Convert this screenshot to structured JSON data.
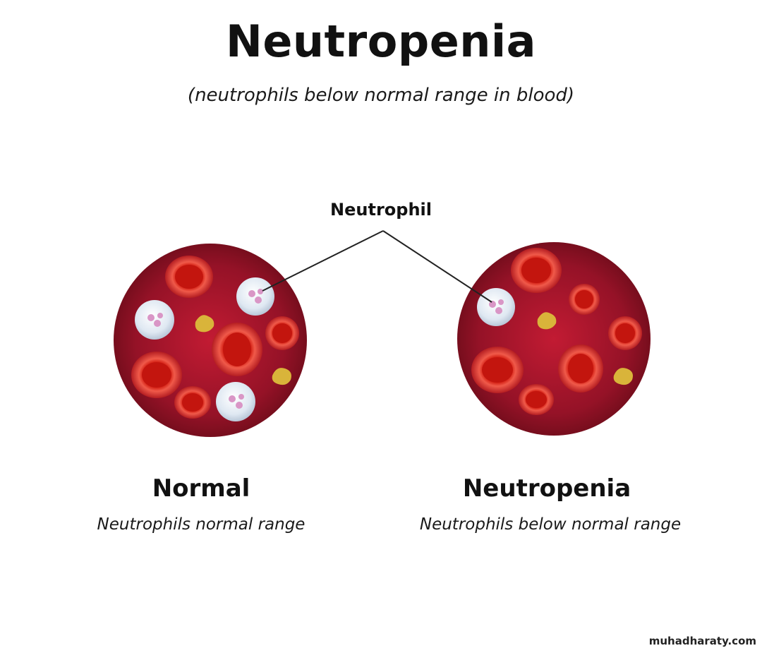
{
  "title": "Neutropenia",
  "subtitle": "(neutrophils below normal range in blood)",
  "callout_label": "Neutrophil",
  "panels": [
    {
      "title": "Normal",
      "caption": "Neutrophils normal range"
    },
    {
      "title": "Neutropenia",
      "caption": "Neutrophils below normal range"
    }
  ],
  "footer_credit": "muhadharaty.com",
  "colors": {
    "blood_dark": "#7a0f1e",
    "blood_mid": "#b3142a",
    "red_cell_rim": "#e8453c",
    "red_cell_core": "#c41b14",
    "neutrophil": "#e6eef7",
    "platelet": "#d9b43a"
  }
}
